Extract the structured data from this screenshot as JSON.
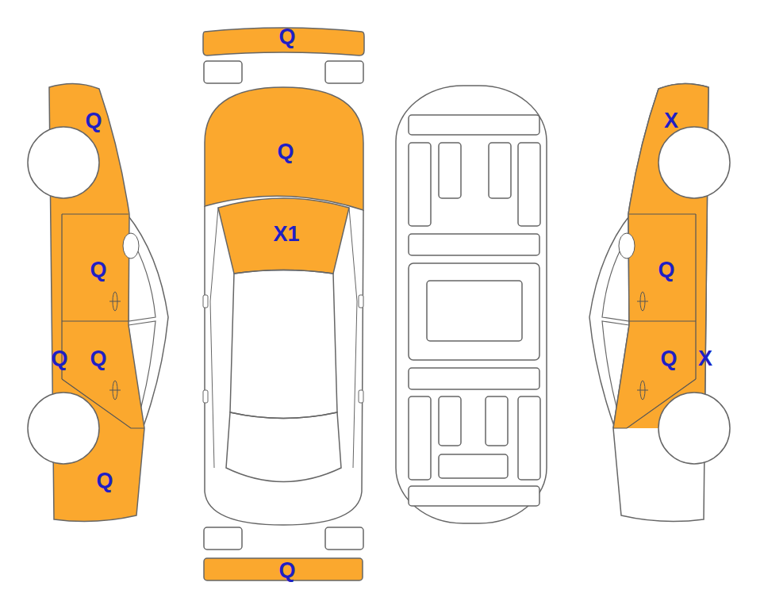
{
  "diagram": {
    "labels": [
      "Q",
      "X",
      "Q",
      "Q",
      "X1",
      "Q",
      "Q",
      "Q",
      "Q",
      "Q",
      "X",
      "Q",
      "Q"
    ]
  }
}
